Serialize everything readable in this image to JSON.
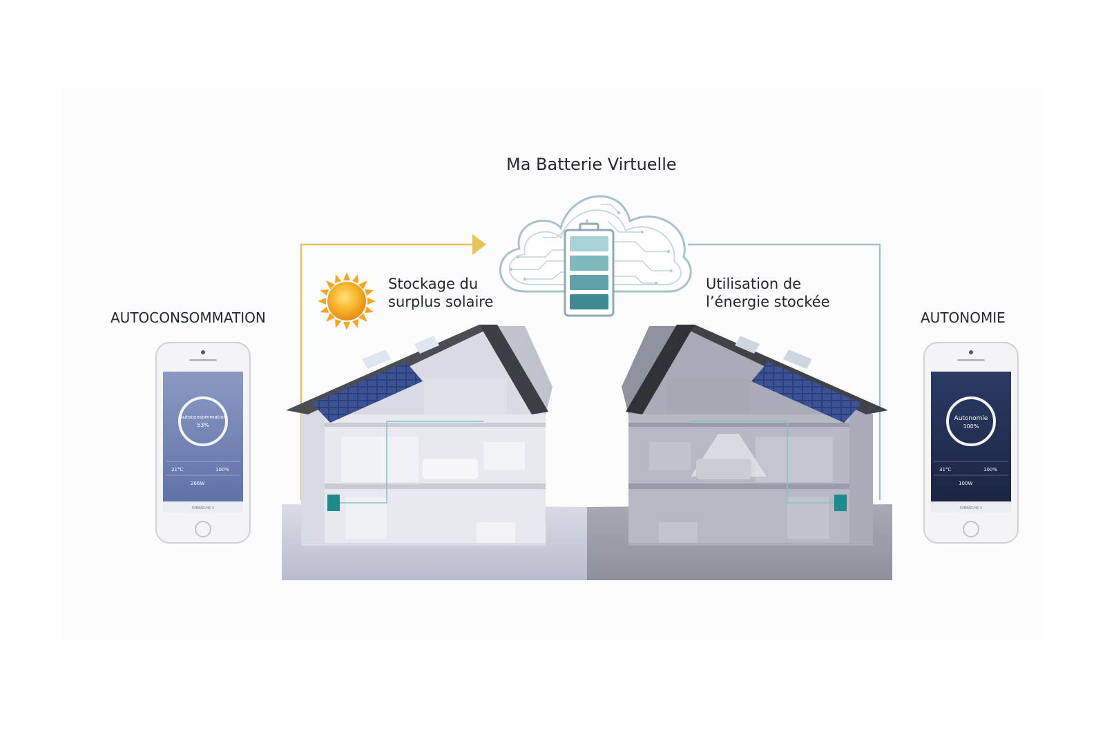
{
  "title": "Ma Batterie Virtuelle",
  "left": {
    "label": "AUTOCONSOMMATION",
    "caption_line1": "Stockage du",
    "caption_line2": "surplus solaire",
    "phone": {
      "ring_label": "Autoconsommation",
      "ring_value": "53%",
      "stat_1": "21°C",
      "stat_2": "100%",
      "power": "266W",
      "footer": "DIMANCHE 3"
    }
  },
  "right": {
    "label": "AUTONOMIE",
    "caption_line1": "Utilisation de",
    "caption_line2": "l’énergie stockée",
    "phone": {
      "ring_label": "Autonomie",
      "ring_value": "100%",
      "stat_1": "31°C",
      "stat_2": "100%",
      "power": "100W",
      "footer": "DIMANCHE 3"
    }
  },
  "colors": {
    "solar_line": "#e8c35a",
    "cloud_line": "#a7c3c7",
    "battery": [
      "#a9d2d6",
      "#7fb8bf",
      "#5ea2aa",
      "#3f8a92"
    ],
    "roof": "#4a4d52",
    "house_wall": "#cdd0d8",
    "text": "#222a30"
  },
  "icons": [
    "sun-icon",
    "cloud-icon",
    "battery-icon",
    "arrow-right-icon",
    "phone-icon",
    "solar-panel-icon"
  ]
}
